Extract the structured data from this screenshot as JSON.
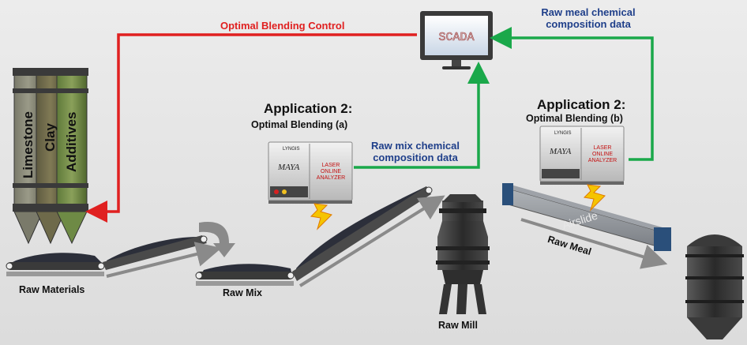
{
  "labels": {
    "optimal_control": "Optimal Blending Control",
    "raw_meal_data": "Raw meal chemical composition data",
    "raw_mix_data": "Raw mix chemical composition data",
    "app_a_title": "Application 2:",
    "app_a_sub": "Optimal Blending (a)",
    "app_b_title": "Application 2:",
    "app_b_sub": "Optimal Blending (b)",
    "raw_materials": "Raw Materials",
    "raw_mix": "Raw Mix",
    "raw_mill": "Raw Mill",
    "raw_meal": "Raw Meal",
    "airslide": "Airslide",
    "scada": "SCADA"
  },
  "silos": [
    "Limestone",
    "Clay",
    "Additives"
  ],
  "analyzer": {
    "brand": "LYNGIS",
    "model": "MAYA",
    "type": "LASER ONLINE ANALYZER"
  },
  "colors": {
    "control_arrow": "#e02020",
    "data_arrow": "#1aa84a",
    "data_text": "#1f3f8a"
  },
  "icons": [
    "monitor-icon",
    "lightning-icon",
    "conveyor-belt-icon",
    "silo-icon",
    "mill-icon",
    "analyzer-icon",
    "curved-arrow-icon"
  ]
}
